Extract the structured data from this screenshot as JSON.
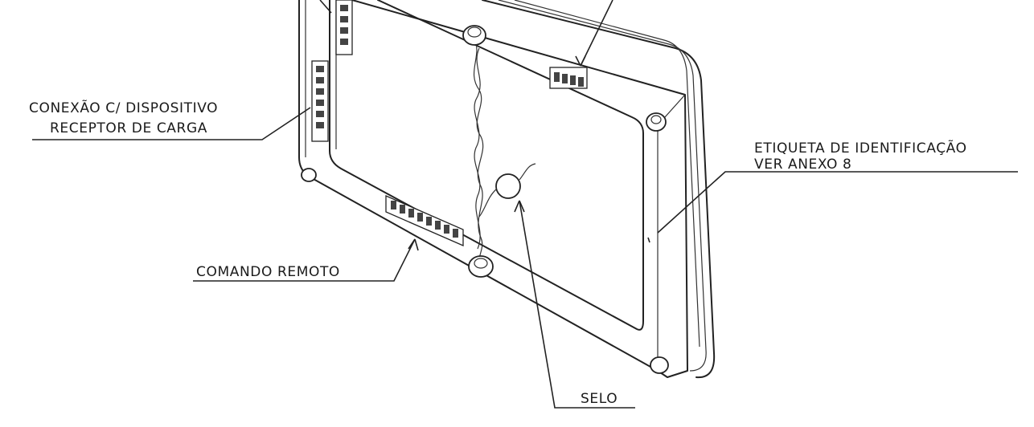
{
  "labels": {
    "connection_line1": "CONEXÃO C/ DISPOSITIVO",
    "connection_line2": "RECEPTOR DE CARGA",
    "id_label_line1": "ETIQUETA DE IDENTIFICAÇÃO",
    "id_label_line2": "VER ANEXO 8",
    "remote_command": "COMANDO REMOTO",
    "seal": "SELO"
  }
}
